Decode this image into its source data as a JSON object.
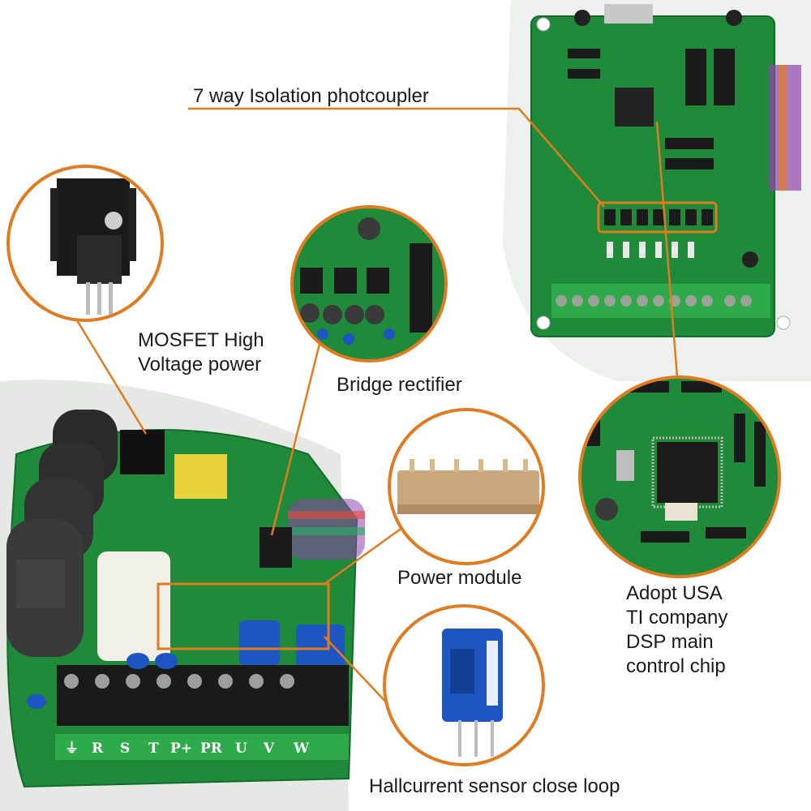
{
  "labels": {
    "photocoupler": "7 way Isolation photcoupler",
    "mosfet": "MOSFET High\nVoltage power",
    "bridge": "Bridge rectifier",
    "power_module": "Power module",
    "dsp": "Adopt USA\nTI company\nDSP main\ncontrol chip",
    "hall_sensor": "Hallcurrent sensor close loop"
  },
  "terminal_labels": [
    "R",
    "S",
    "T",
    "P+",
    "PR",
    "U",
    "V",
    "W"
  ],
  "colors": {
    "accent": "#e07b1f",
    "pcb_green": "#1f8a3a",
    "terminal_green": "#2faa4a",
    "sensor_blue": "#1d55c2",
    "background": "#ffffff"
  }
}
